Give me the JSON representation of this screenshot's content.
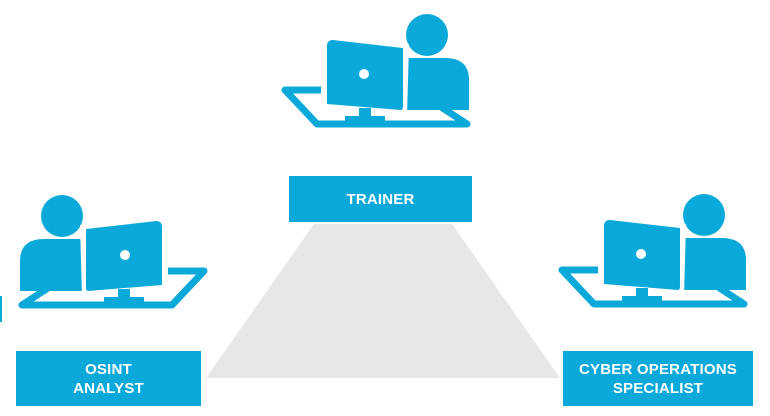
{
  "diagram": {
    "colors": {
      "accent": "#0aa9d9",
      "connector": "#e6e7e8",
      "label_text": "#ffffff",
      "background": "#ffffff"
    },
    "nodes": [
      {
        "id": "trainer",
        "label": "TRAINER",
        "icon": "user-at-computer-icon"
      },
      {
        "id": "osint",
        "label": "OSINT\nANALYST",
        "icon": "user-at-computer-icon"
      },
      {
        "id": "cyber",
        "label": "CYBER OPERATIONS\nSPECIALIST",
        "icon": "user-at-computer-icon"
      }
    ]
  }
}
